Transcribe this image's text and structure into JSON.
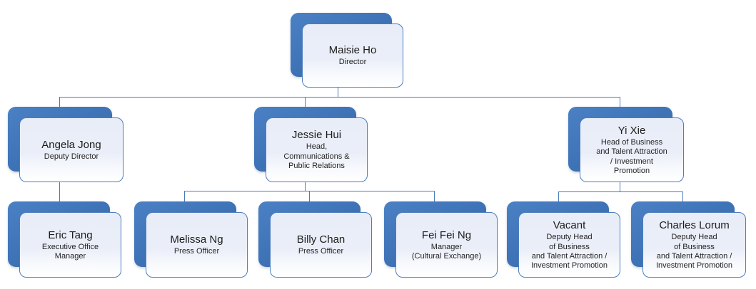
{
  "diagram": {
    "type": "org-chart",
    "colors": {
      "accent_blue": "#3f74b8",
      "accent_blue_dark": "#34659f",
      "card_border": "#4d7dbe",
      "card_fill_top": "#e8edf7",
      "card_fill_bottom": "#ffffff",
      "connector": "#4d7ab8",
      "text": "#1c1c1c"
    },
    "nodes": {
      "maisie": {
        "name": "Maisie Ho",
        "title_lines": [
          "Director"
        ]
      },
      "angela": {
        "name": "Angela Jong",
        "title_lines": [
          "Deputy Director"
        ]
      },
      "jessie": {
        "name": "Jessie Hui",
        "title_lines": [
          "Head,",
          "Communications &",
          "Public Relations"
        ]
      },
      "yixie": {
        "name": "Yi Xie",
        "title_lines": [
          "Head of Business",
          "and Talent Attraction",
          "/ Investment",
          "Promotion"
        ]
      },
      "eric": {
        "name": "Eric Tang",
        "title_lines": [
          "Executive Office",
          "Manager"
        ]
      },
      "melissa": {
        "name": "Melissa Ng",
        "title_lines": [
          "Press Officer"
        ]
      },
      "billy": {
        "name": "Billy Chan",
        "title_lines": [
          "Press Officer"
        ]
      },
      "feifei": {
        "name": "Fei Fei Ng",
        "title_lines": [
          "Manager",
          "(Cultural Exchange)"
        ]
      },
      "vacant": {
        "name": "Vacant",
        "title_lines": [
          "Deputy Head",
          "of Business",
          "and Talent Attraction /",
          "Investment Promotion"
        ]
      },
      "charles": {
        "name": "Charles Lorum",
        "title_lines": [
          "Deputy Head",
          "of Business",
          "and Talent Attraction /",
          "Investment Promotion"
        ]
      }
    },
    "hierarchy": {
      "maisie": [
        "angela",
        "jessie",
        "yixie"
      ],
      "angela": [
        "eric"
      ],
      "jessie": [
        "melissa",
        "billy",
        "feifei"
      ],
      "yixie": [
        "vacant",
        "charles"
      ]
    }
  }
}
